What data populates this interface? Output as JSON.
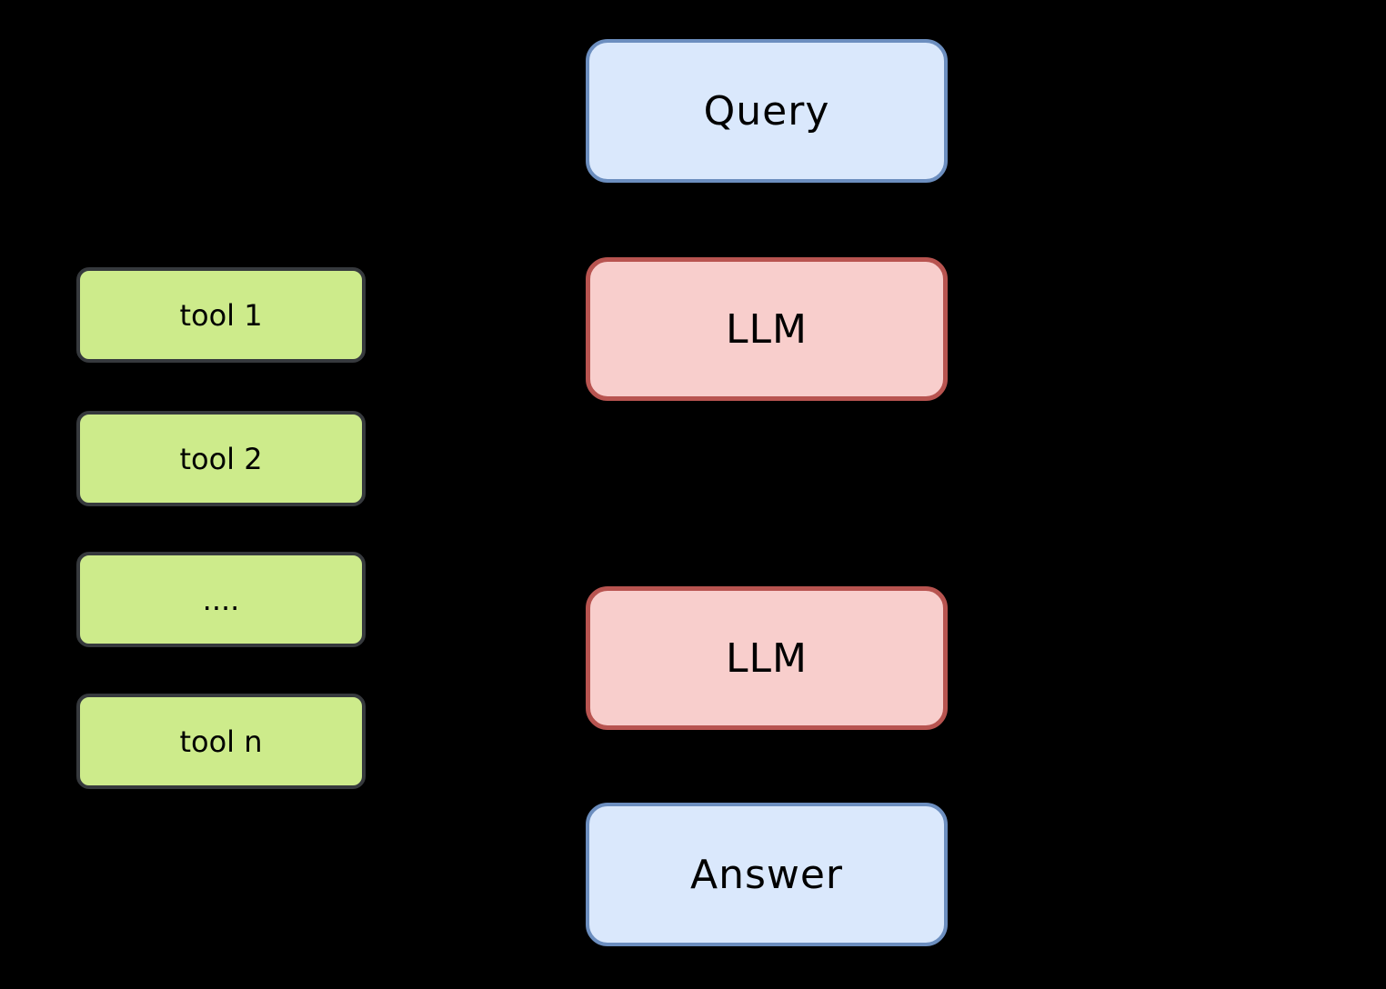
{
  "diagram": {
    "background": "#000000",
    "flow": {
      "query_label": "Query",
      "llm_top_label": "LLM",
      "llm_bottom_label": "LLM",
      "answer_label": "Answer"
    },
    "tools": [
      {
        "label": "tool 1"
      },
      {
        "label": "tool 2"
      },
      {
        "label": "...."
      },
      {
        "label": "tool n"
      }
    ],
    "colors": {
      "background": "#000000",
      "io_fill": "#dae8fc",
      "io_border": "#6c8ebf",
      "llm_fill": "#f8cecc",
      "llm_border": "#b85450",
      "tool_fill": "#cdeb8b",
      "tool_border": "#36393d",
      "text": "#000000"
    }
  }
}
